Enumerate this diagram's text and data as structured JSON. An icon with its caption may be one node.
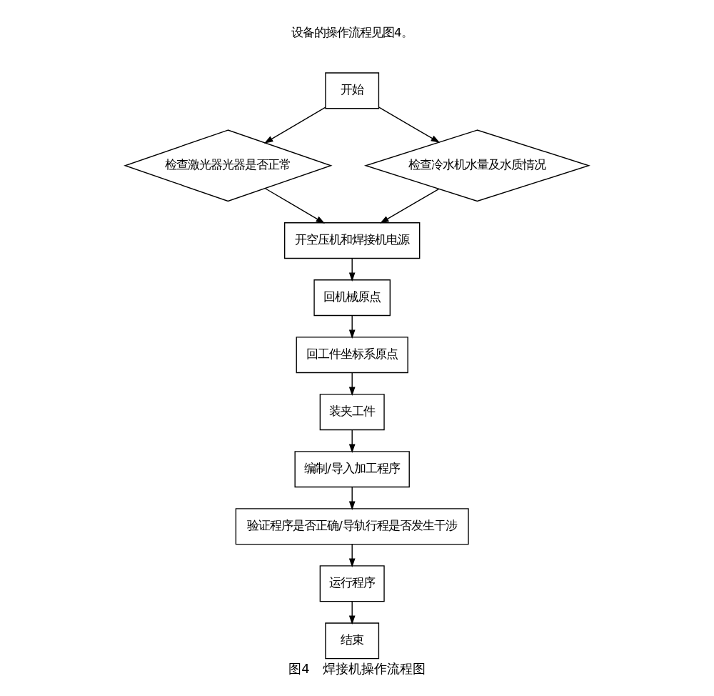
{
  "diagram": {
    "caption": "图4　焊接机操作流程图",
    "nodes": [
      {
        "text": [
          "开始"
        ]
      },
      {
        "text": [
          "检查激光器光器是否正常"
        ]
      },
      {
        "text": [
          "检查冷水机水量及水质情况"
        ]
      },
      {
        "text": [
          "开空压机和焊接机电源"
        ]
      },
      {
        "text": [
          "回机械原点"
        ]
      },
      {
        "text": [
          "回工件坐标系原点"
        ]
      },
      {
        "text": [
          "装夹工件"
        ]
      },
      {
        "text": [
          "编制/导入加工程序"
        ]
      },
      {
        "text": [
          "验证程序是否正确/导轨行程是否发生干涉"
        ]
      },
      {
        "text": [
          "运行程序"
        ]
      },
      {
        "text": [
          "结束"
        ]
      }
    ],
    "edges": [
      {
        "from": 0,
        "to": 1,
        "arrow": "to"
      },
      {
        "from": 0,
        "to": 2,
        "arrow": "to"
      },
      {
        "from": 1,
        "to": 3,
        "arrow": "to"
      },
      {
        "from": 2,
        "to": 3,
        "arrow": "to"
      },
      {
        "from": 3,
        "to": 4,
        "arrow": "to"
      },
      {
        "from": 4,
        "to": 5,
        "arrow": "to"
      },
      {
        "from": 5,
        "to": 6,
        "arrow": "to"
      },
      {
        "from": 6,
        "to": 7,
        "arrow": "to"
      },
      {
        "from": 7,
        "to": 8,
        "arrow": "to"
      },
      {
        "from": 8,
        "to": 9,
        "arrow": "to"
      },
      {
        "from": 9,
        "to": 10,
        "arrow": "to"
      }
    ],
    "labels": [
      "设备的操作流程见图4。"
    ]
  }
}
